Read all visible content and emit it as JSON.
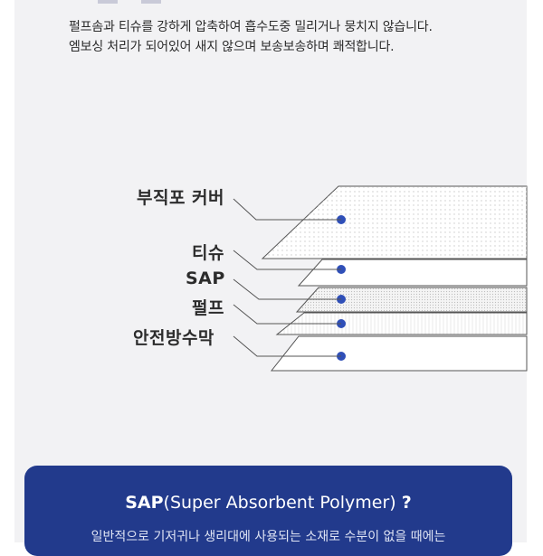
{
  "intro": {
    "line1": "펄프솜과 티슈를 강하게 압축하여 흡수도중 밀리거나 뭉치지 않습니다.",
    "line2": "엠보싱 처리가 되어있어 새지 않으며 보송보송하며 쾌적합니다."
  },
  "layers": {
    "cover": "부직포 커버",
    "tissue": "티슈",
    "sap": "SAP",
    "pulp": "펄프",
    "waterproof": "안전방수막"
  },
  "sap_info": {
    "title_bold": "SAP",
    "title_rest": "(Super Absorbent Polymer)",
    "question_mark": "?",
    "body": "일반적으로 기저귀나 생리대에 사용되는 소재로 수분이 없을 때에는"
  },
  "colors": {
    "accent_dot": "#2f4fb8",
    "info_box": "#223a8c",
    "panel_bg": "#f2f2f4"
  }
}
